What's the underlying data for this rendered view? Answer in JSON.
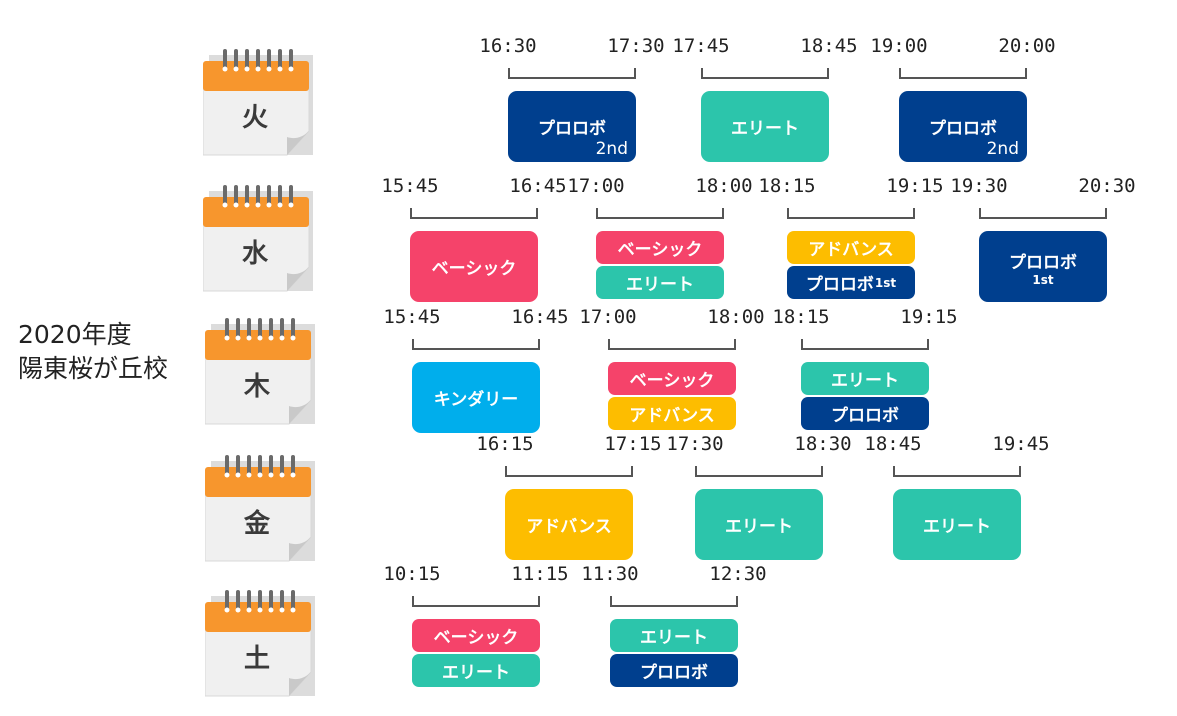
{
  "school": {
    "line1": "2020年度",
    "line2": "陽東桜が丘校"
  },
  "colors": {
    "basic": "#f5436a",
    "elite": "#2cc5ab",
    "advance": "#fdbd00",
    "prorobo": "#003f8e",
    "kindergarten": "#00aeec",
    "calendar_top": "#f7962d"
  },
  "days": [
    {
      "label": "火",
      "slots": [
        {
          "start": "16:30",
          "end": "17:30",
          "classes": [
            {
              "name": "プロロボ",
              "sub": "2nd",
              "kind": "prorobo"
            }
          ]
        },
        {
          "start": "17:45",
          "end": "18:45",
          "classes": [
            {
              "name": "エリート",
              "sub": "",
              "kind": "elite"
            }
          ]
        },
        {
          "start": "19:00",
          "end": "20:00",
          "classes": [
            {
              "name": "プロロボ",
              "sub": "2nd",
              "kind": "prorobo"
            }
          ]
        }
      ]
    },
    {
      "label": "水",
      "slots": [
        {
          "start": "15:45",
          "end": "16:45",
          "classes": [
            {
              "name": "ベーシック",
              "sub": "",
              "kind": "basic"
            }
          ]
        },
        {
          "start": "17:00",
          "end": "18:00",
          "classes": [
            {
              "name": "ベーシック",
              "sub": "",
              "kind": "basic"
            },
            {
              "name": "エリート",
              "sub": "",
              "kind": "elite"
            }
          ]
        },
        {
          "start": "18:15",
          "end": "19:15",
          "classes": [
            {
              "name": "アドバンス",
              "sub": "",
              "kind": "advance"
            },
            {
              "name": "プロロボ",
              "sub": "1st",
              "kind": "prorobo"
            }
          ]
        },
        {
          "start": "19:30",
          "end": "20:30",
          "classes": [
            {
              "name": "プロロボ",
              "sub": "1st",
              "kind": "prorobo"
            }
          ]
        }
      ]
    },
    {
      "label": "木",
      "slots": [
        {
          "start": "15:45",
          "end": "16:45",
          "classes": [
            {
              "name": "キンダリー",
              "sub": "",
              "kind": "kindergarten"
            }
          ]
        },
        {
          "start": "17:00",
          "end": "18:00",
          "classes": [
            {
              "name": "ベーシック",
              "sub": "",
              "kind": "basic"
            },
            {
              "name": "アドバンス",
              "sub": "",
              "kind": "advance"
            }
          ]
        },
        {
          "start": "18:15",
          "end": "19:15",
          "classes": [
            {
              "name": "エリート",
              "sub": "",
              "kind": "elite"
            },
            {
              "name": "プロロボ",
              "sub": "",
              "kind": "prorobo"
            }
          ]
        }
      ]
    },
    {
      "label": "金",
      "slots": [
        {
          "start": "16:15",
          "end": "17:15",
          "classes": [
            {
              "name": "アドバンス",
              "sub": "",
              "kind": "advance"
            }
          ]
        },
        {
          "start": "17:30",
          "end": "18:30",
          "classes": [
            {
              "name": "エリート",
              "sub": "",
              "kind": "elite"
            }
          ]
        },
        {
          "start": "18:45",
          "end": "19:45",
          "classes": [
            {
              "name": "エリート",
              "sub": "",
              "kind": "elite"
            }
          ]
        }
      ]
    },
    {
      "label": "土",
      "slots": [
        {
          "start": "10:15",
          "end": "11:15",
          "classes": [
            {
              "name": "ベーシック",
              "sub": "",
              "kind": "basic"
            },
            {
              "name": "エリート",
              "sub": "",
              "kind": "elite"
            }
          ]
        },
        {
          "start": "11:30",
          "end": "12:30",
          "classes": [
            {
              "name": "エリート",
              "sub": "",
              "kind": "elite"
            },
            {
              "name": "プロロボ",
              "sub": "",
              "kind": "prorobo"
            }
          ]
        }
      ]
    }
  ]
}
